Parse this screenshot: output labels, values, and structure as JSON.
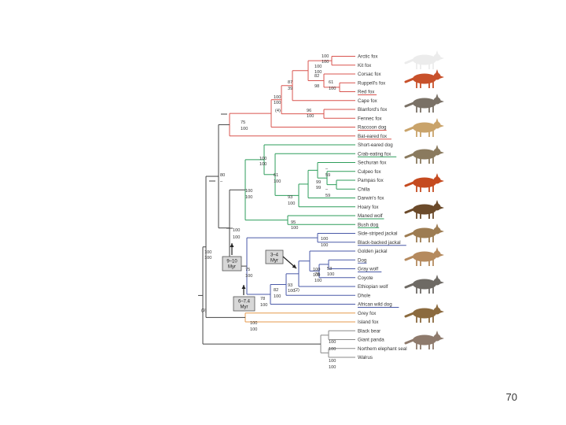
{
  "colors": {
    "red": "#d9544f",
    "green": "#2e9e5b",
    "blue": "#4a5aa8",
    "orange": "#e59a4c",
    "gray": "#8a8a8a",
    "dark": "#444444"
  },
  "taxa": [
    {
      "name": "Arctic fox",
      "clade": "red",
      "underline": false
    },
    {
      "name": "Kit fox",
      "clade": "red",
      "underline": false
    },
    {
      "name": "Corsac fox",
      "clade": "red",
      "underline": false
    },
    {
      "name": "Ruppell's fox",
      "clade": "red",
      "underline": false
    },
    {
      "name": "Red fox",
      "clade": "red",
      "underline": true
    },
    {
      "name": "Cape fox",
      "clade": "red",
      "underline": false
    },
    {
      "name": "Blanford's fox",
      "clade": "red",
      "underline": false
    },
    {
      "name": "Fennec fox",
      "clade": "red",
      "underline": false
    },
    {
      "name": "Raccoon dog",
      "clade": "red",
      "underline": true
    },
    {
      "name": "Bat-eared fox",
      "clade": "red",
      "underline": true
    },
    {
      "name": "Short-eared dog",
      "clade": "green",
      "underline": false
    },
    {
      "name": "Crab-eating fox",
      "clade": "green",
      "underline": true
    },
    {
      "name": "Sechuran fox",
      "clade": "green",
      "underline": false
    },
    {
      "name": "Culpeo fox",
      "clade": "green",
      "underline": false
    },
    {
      "name": "Pampas fox",
      "clade": "green",
      "underline": false
    },
    {
      "name": "Chilla",
      "clade": "green",
      "underline": false
    },
    {
      "name": "Darwin's fox",
      "clade": "green",
      "underline": false
    },
    {
      "name": "Hoary fox",
      "clade": "green",
      "underline": false
    },
    {
      "name": "Maned wolf",
      "clade": "green",
      "underline": true
    },
    {
      "name": "Bush dog",
      "clade": "green",
      "underline": true
    },
    {
      "name": "Side-striped jackal",
      "clade": "blue",
      "underline": false
    },
    {
      "name": "Black-backed jackal",
      "clade": "blue",
      "underline": true
    },
    {
      "name": "Golden jackal",
      "clade": "blue",
      "underline": false
    },
    {
      "name": "Dog",
      "clade": "blue",
      "underline": true
    },
    {
      "name": "Gray wolf",
      "clade": "blue",
      "underline": true
    },
    {
      "name": "Coyote",
      "clade": "blue",
      "underline": false
    },
    {
      "name": "Ethiopian wolf",
      "clade": "blue",
      "underline": false
    },
    {
      "name": "Dhole",
      "clade": "blue",
      "underline": false
    },
    {
      "name": "African wild dog",
      "clade": "blue",
      "underline": true
    },
    {
      "name": "Grey fox",
      "clade": "orange",
      "underline": false
    },
    {
      "name": "Island fox",
      "clade": "orange",
      "underline": false
    },
    {
      "name": "Black bear",
      "clade": "gray",
      "underline": false
    },
    {
      "name": "Giant panda",
      "clade": "gray",
      "underline": false
    },
    {
      "name": "Northern elephant seal",
      "clade": "gray",
      "underline": false
    },
    {
      "name": "Walrus",
      "clade": "gray",
      "underline": false
    }
  ],
  "support": [
    {
      "text": "100",
      "clade": "red"
    },
    {
      "text": "100",
      "clade": "red"
    },
    {
      "text": "100",
      "clade": "red"
    },
    {
      "text": "100",
      "clade": "red"
    },
    {
      "text": "82",
      "clade": "red"
    },
    {
      "text": "98",
      "clade": "red"
    },
    {
      "text": "61",
      "clade": "red"
    },
    {
      "text": "100",
      "clade": "red"
    },
    {
      "text": "87",
      "clade": "red"
    },
    {
      "text": "39",
      "clade": "red"
    },
    {
      "text": "100",
      "clade": "red"
    },
    {
      "text": "100",
      "clade": "red"
    },
    {
      "text": "(4)",
      "clade": "dark"
    },
    {
      "text": "96",
      "clade": "red"
    },
    {
      "text": "100",
      "clade": "red"
    },
    {
      "text": "75",
      "clade": "red"
    },
    {
      "text": "100",
      "clade": "red"
    },
    {
      "text": "100",
      "clade": "green"
    },
    {
      "text": "100",
      "clade": "green"
    },
    {
      "text": "61",
      "clade": "green"
    },
    {
      "text": "100",
      "clade": "green"
    },
    {
      "text": "–",
      "clade": "green"
    },
    {
      "text": "59",
      "clade": "green"
    },
    {
      "text": "99",
      "clade": "green"
    },
    {
      "text": "99",
      "clade": "green"
    },
    {
      "text": "–",
      "clade": "green"
    },
    {
      "text": "59",
      "clade": "green"
    },
    {
      "text": "93",
      "clade": "green"
    },
    {
      "text": "100",
      "clade": "green"
    },
    {
      "text": "100",
      "clade": "green"
    },
    {
      "text": "100",
      "clade": "green"
    },
    {
      "text": "95",
      "clade": "green"
    },
    {
      "text": "100",
      "clade": "green"
    },
    {
      "text": "80",
      "clade": "dark"
    },
    {
      "text": "–",
      "clade": "dark"
    },
    {
      "text": "100",
      "clade": "dark"
    },
    {
      "text": "100",
      "clade": "dark"
    },
    {
      "text": "100",
      "clade": "blue"
    },
    {
      "text": "100",
      "clade": "blue"
    },
    {
      "text": "100",
      "clade": "blue"
    },
    {
      "text": "100",
      "clade": "blue"
    },
    {
      "text": "53",
      "clade": "blue"
    },
    {
      "text": "100",
      "clade": "blue"
    },
    {
      "text": "78",
      "clade": "blue"
    },
    {
      "text": "100",
      "clade": "blue"
    },
    {
      "text": "93",
      "clade": "blue"
    },
    {
      "text": "100",
      "clade": "blue"
    },
    {
      "text": "82",
      "clade": "blue"
    },
    {
      "text": "100",
      "clade": "blue"
    },
    {
      "text": "(2)",
      "clade": "dark"
    },
    {
      "text": "75",
      "clade": "blue"
    },
    {
      "text": "100",
      "clade": "blue"
    },
    {
      "text": "78",
      "clade": "blue"
    },
    {
      "text": "100",
      "clade": "blue"
    },
    {
      "text": "100",
      "clade": "dark"
    },
    {
      "text": "100",
      "clade": "dark"
    },
    {
      "text": "(9)",
      "clade": "dark"
    },
    {
      "text": "100",
      "clade": "orange"
    },
    {
      "text": "100",
      "clade": "orange"
    },
    {
      "text": "100",
      "clade": "dark"
    },
    {
      "text": "100",
      "clade": "dark"
    },
    {
      "text": "100",
      "clade": "dark"
    },
    {
      "text": "100",
      "clade": "dark"
    }
  ],
  "myr_boxes": [
    {
      "line1": "9–10",
      "line2": "Myr"
    },
    {
      "line1": "3–4",
      "line2": "Myr"
    },
    {
      "line1": "6–7.4",
      "line2": "Myr"
    }
  ],
  "animal_images": [
    {
      "name": "arctic-fox",
      "color": "#ececec"
    },
    {
      "name": "red-fox",
      "color": "#c8502a"
    },
    {
      "name": "raccoon-dog",
      "color": "#7a7166"
    },
    {
      "name": "bat-eared-fox",
      "color": "#c9a36a"
    },
    {
      "name": "crab-eating-fox",
      "color": "#8a7a5e"
    },
    {
      "name": "maned-wolf",
      "color": "#c54a1f"
    },
    {
      "name": "bush-dog",
      "color": "#6b4a2a"
    },
    {
      "name": "black-backed-jackal",
      "color": "#9d7c52"
    },
    {
      "name": "dog",
      "color": "#b58a5e"
    },
    {
      "name": "gray-wolf",
      "color": "#6e6a64"
    },
    {
      "name": "african-wild-dog",
      "color": "#8b6a3e"
    },
    {
      "name": "grey-fox",
      "color": "#8e7a6c"
    }
  ],
  "slide": {
    "number": "70"
  }
}
